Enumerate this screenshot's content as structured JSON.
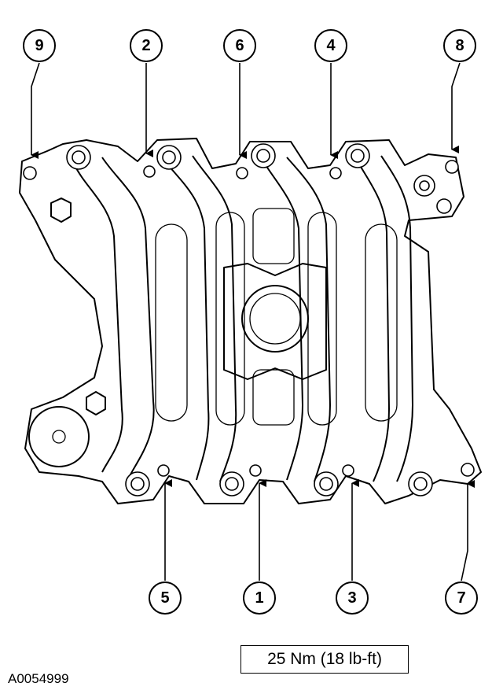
{
  "torque_spec": "25 Nm (18 lb-ft)",
  "figure_id": "A0054999",
  "callouts": [
    {
      "label": "9"
    },
    {
      "label": "2"
    },
    {
      "label": "6"
    },
    {
      "label": "4"
    },
    {
      "label": "8"
    },
    {
      "label": "5"
    },
    {
      "label": "1"
    },
    {
      "label": "3"
    },
    {
      "label": "7"
    }
  ]
}
